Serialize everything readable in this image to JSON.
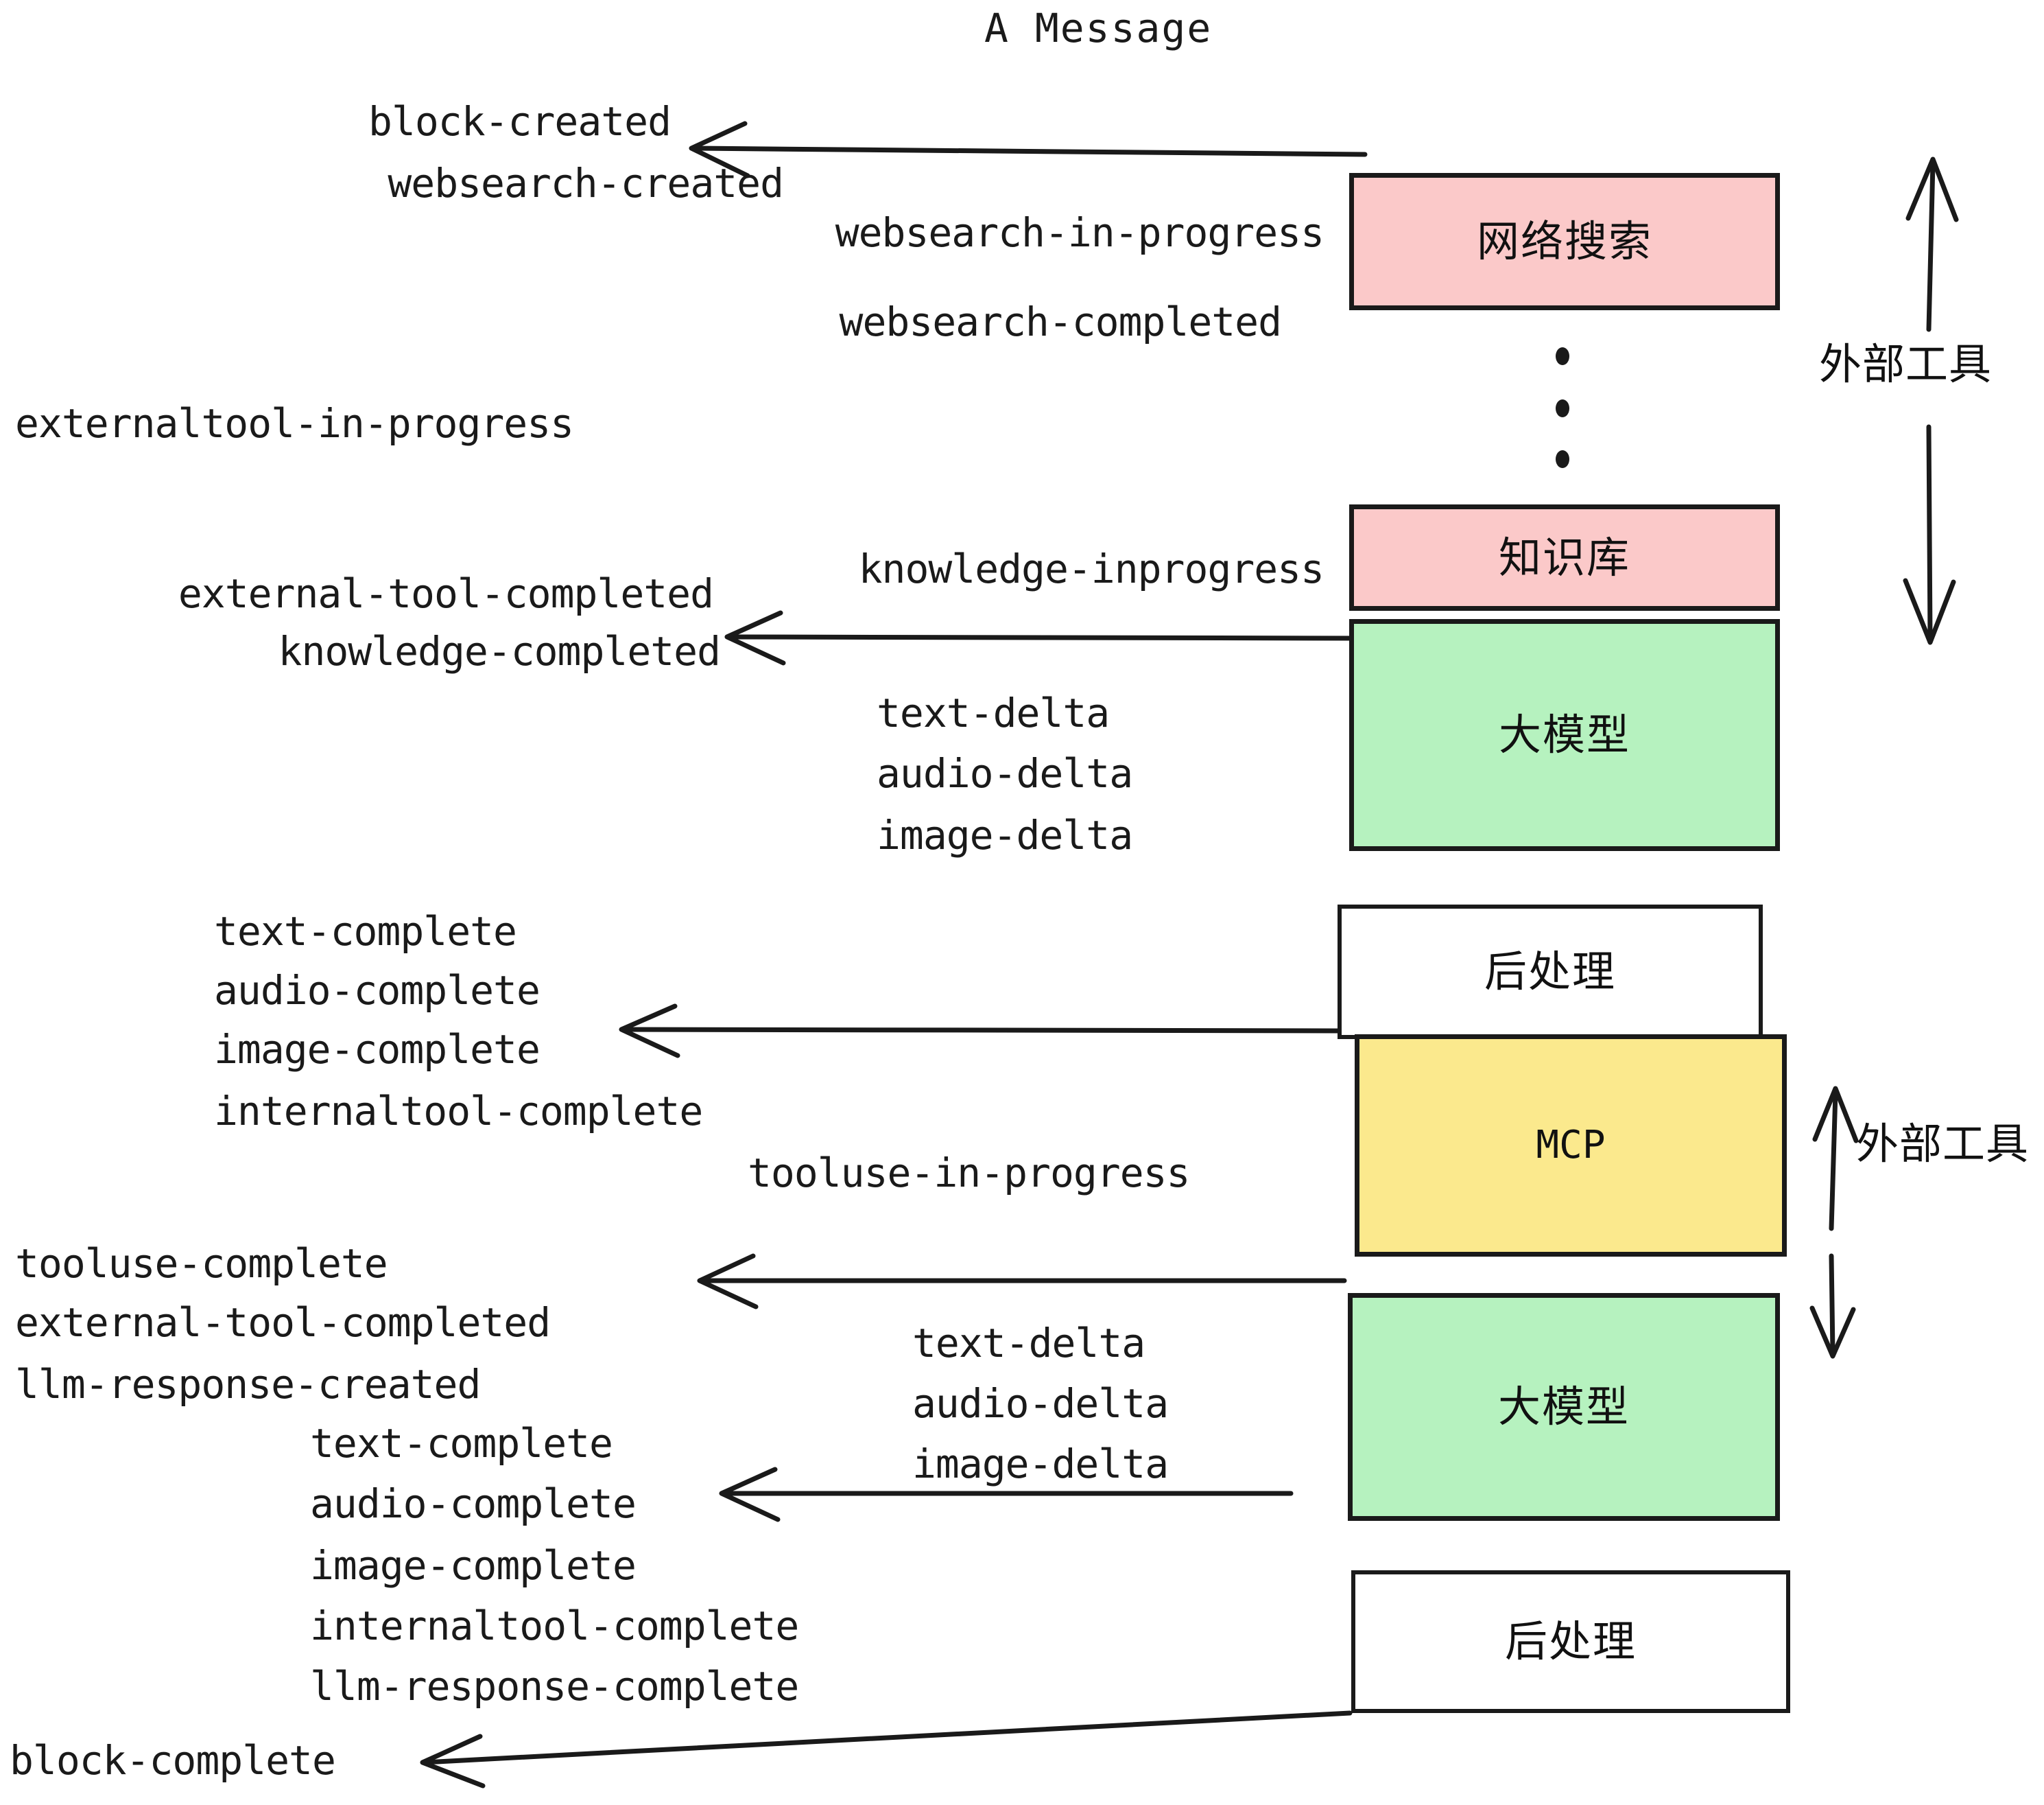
{
  "title": "A Message",
  "colors": {
    "pink": "#FBC9C9",
    "green": "#B6F2BF",
    "yellow": "#FBE98D",
    "white": "#FFFFFF",
    "stroke": "#1A1A1A",
    "text": "#1A1A1A",
    "background": "#FFFFFF"
  },
  "boxes": [
    {
      "id": "websearch",
      "label": "网络搜索",
      "fill": "pink"
    },
    {
      "id": "knowledge",
      "label": "知识库",
      "fill": "pink"
    },
    {
      "id": "llm-top",
      "label": "大模型",
      "fill": "green"
    },
    {
      "id": "postprocess-top",
      "label": "后处理",
      "fill": "white"
    },
    {
      "id": "mcp",
      "label": "MCP",
      "fill": "yellow"
    },
    {
      "id": "llm-bottom",
      "label": "大模型",
      "fill": "green"
    },
    {
      "id": "postprocess-bottom",
      "label": "后处理",
      "fill": "white"
    }
  ],
  "side_labels": [
    {
      "id": "external-tools-top",
      "label": "外部工具"
    },
    {
      "id": "external-tools-bottom",
      "label": "外部工具"
    }
  ],
  "events": {
    "block_created": "block-created",
    "websearch_created": "websearch-created",
    "websearch_in_progress": "websearch-in-progress",
    "websearch_completed": "websearch-completed",
    "externaltool_in_progress": "externaltool-in-progress",
    "knowledge_inprogress": "knowledge-inprogress",
    "external_tool_completed_1": "external-tool-completed",
    "knowledge_completed": "knowledge-completed",
    "text_delta_1": "text-delta",
    "audio_delta_1": "audio-delta",
    "image_delta_1": "image-delta",
    "text_complete_1": "text-complete",
    "audio_complete_1": "audio-complete",
    "image_complete_1": "image-complete",
    "internaltool_complete_1": "internaltool-complete",
    "tooluse_in_progress": "tooluse-in-progress",
    "tooluse_complete": "tooluse-complete",
    "external_tool_completed_2": "external-tool-completed",
    "llm_response_created": "llm-response-created",
    "text_delta_2": "text-delta",
    "audio_delta_2": "audio-delta",
    "image_delta_2": "image-delta",
    "text_complete_2": "text-complete",
    "audio_complete_2": "audio-complete",
    "image_complete_2": "image-complete",
    "internaltool_complete_2": "internaltool-complete",
    "llm_response_complete": "llm-response-complete",
    "block_complete": "block-complete"
  }
}
